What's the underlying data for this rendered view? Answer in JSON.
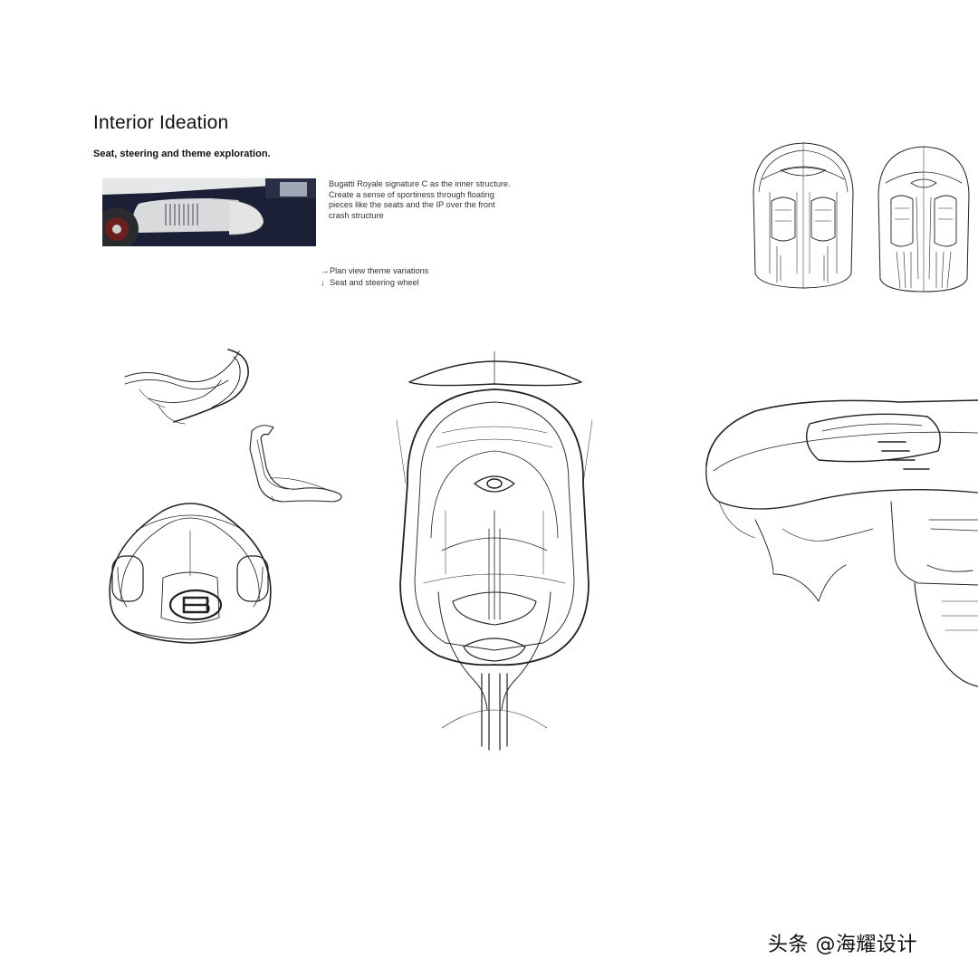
{
  "header": {
    "title": "Interior Ideation",
    "subtitle": "Seat, steering and theme exploration."
  },
  "description": [
    "Bugatti Royale signature C as the inner structure.",
    "Create a sense of sportiness through floating",
    "pieces like the seats and the IP over the front",
    "crash structure"
  ],
  "notes": [
    {
      "arrow": "→",
      "text": "Plan view theme variations"
    },
    {
      "arrow": "↓",
      "text": "Seat and steering wheel"
    }
  ],
  "photo": {
    "subject": "bugatti-royale-side-photo"
  },
  "icons": [
    "bugatti-eb-logo"
  ],
  "watermark": "头条 @海耀设计",
  "colors": {
    "background": "#ffffff",
    "ink": "#222222",
    "car_body": "#1c2036",
    "car_panel": "#d9dadb"
  }
}
